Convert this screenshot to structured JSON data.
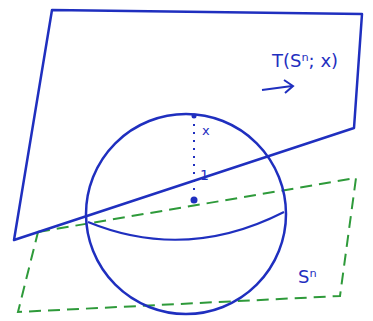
{
  "diagram": {
    "labels": [
      "T(Sⁿ; x)",
      "x",
      "1",
      "Sⁿ"
    ]
  }
}
